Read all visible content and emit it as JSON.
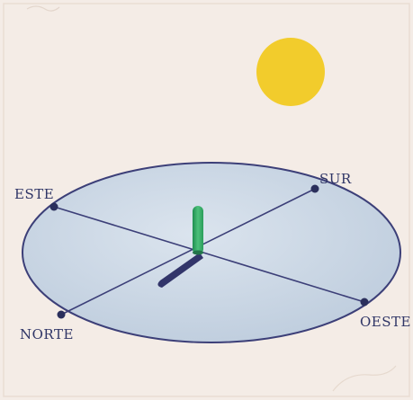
{
  "labels": {
    "east": "ESTE",
    "south": "SUR",
    "north": "NORTE",
    "west": "OESTE"
  },
  "colors": {
    "paper": "#f4ece6",
    "disc_fill": "#c9d6e4",
    "disc_stroke": "#3c3f78",
    "sun": "#f2cc2c",
    "gnomon": "#2fa561",
    "shadow": "#32356a",
    "dots": "#2b2f5c"
  }
}
